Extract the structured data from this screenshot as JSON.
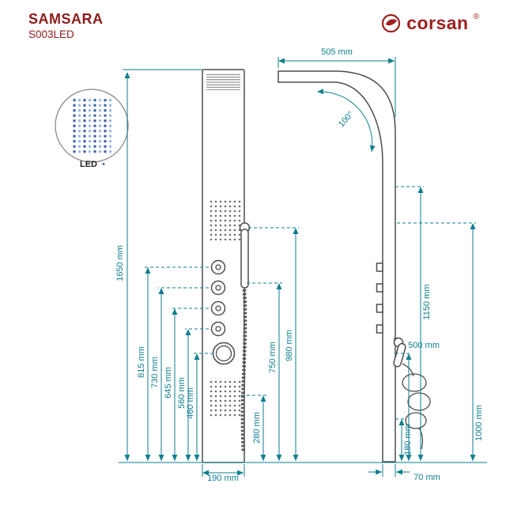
{
  "header": {
    "title": "SAMSARA",
    "model": "S003LED",
    "brand": "corsan",
    "registered": "®"
  },
  "detail": {
    "led_label": "LED",
    "led_bullet": "•"
  },
  "front_view": {
    "total_height": "1650 mm",
    "knob_1": "815 mm",
    "knob_2": "730 mm",
    "knob_3": "645 mm",
    "knob_4": "560 mm",
    "mixer": "460 mm",
    "hand_shower": "980 mm",
    "hose": "750 mm",
    "lower_jets": "280 mm",
    "panel_width": "190 mm"
  },
  "side_view": {
    "arm_reach": "505 mm",
    "arm_angle": "100°",
    "shower_height": "1150 mm",
    "hose_length": "500 mm",
    "spout": "180 mm",
    "install_height": "1000 mm",
    "panel_depth": "70 mm"
  },
  "colors": {
    "brand_red": "#9e2121",
    "title_red": "#8c1b1b",
    "dimension_teal": "#0e7e8e",
    "line_gray": "#4d4d4d",
    "led_dot_dark": "#3c64a6",
    "led_dot_light": "#9ab9e0"
  }
}
